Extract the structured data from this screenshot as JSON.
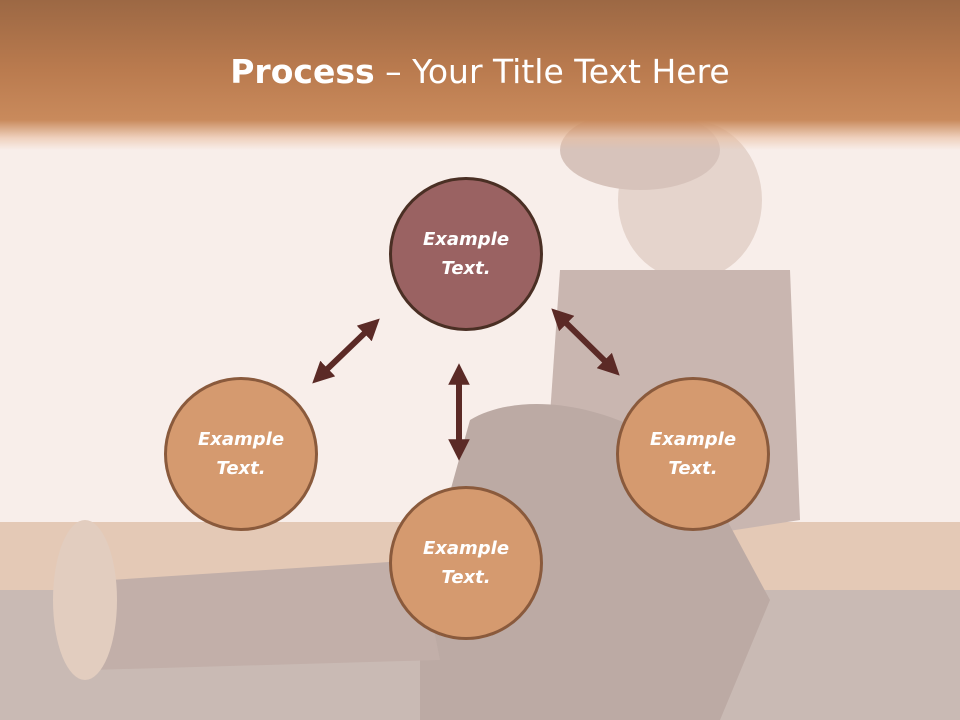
{
  "slide": {
    "title_bold": "Process",
    "title_rest": " – Your Title Text Here"
  },
  "diagram": {
    "nodes": [
      {
        "line1": "Example",
        "line2": "Text."
      },
      {
        "line1": "Example",
        "line2": "Text."
      },
      {
        "line1": "Example",
        "line2": "Text."
      },
      {
        "line1": "Example",
        "line2": "Text."
      }
    ]
  },
  "colors": {
    "title_band": "#b97a4e",
    "node_dark": "#9a6262",
    "node_light": "#d59a6f",
    "arrow": "#5b2a26"
  }
}
